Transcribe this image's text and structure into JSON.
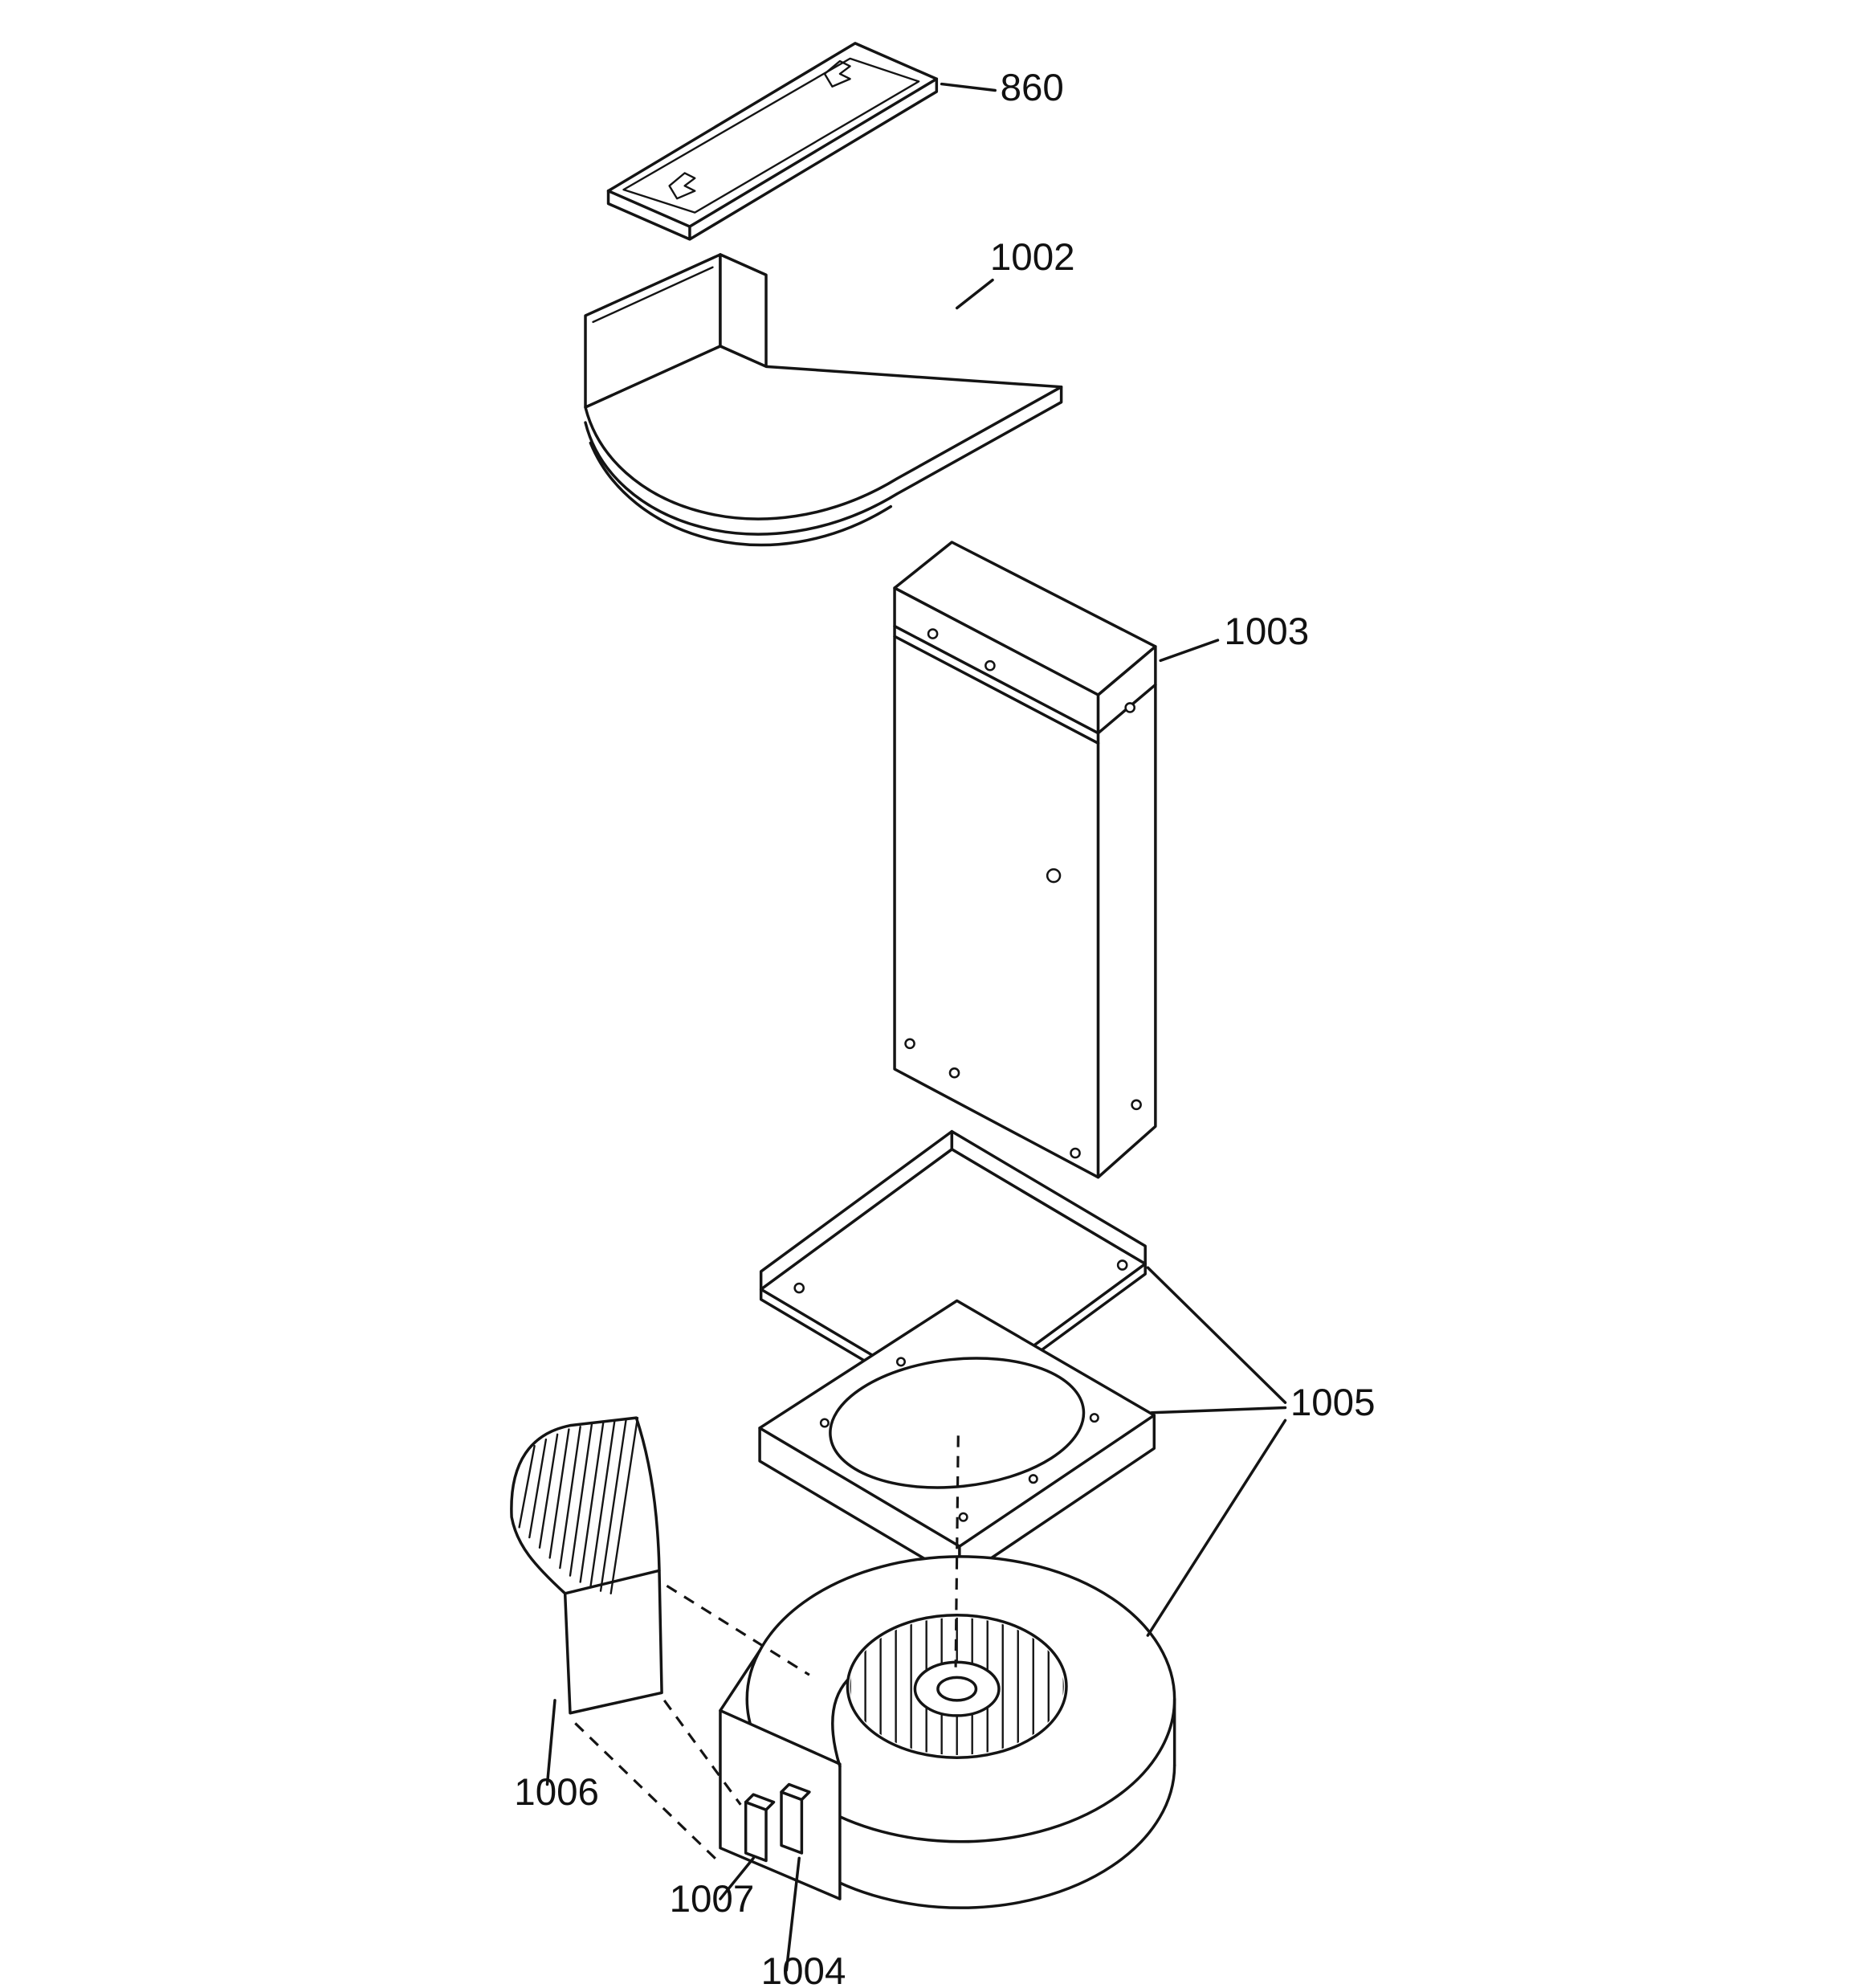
{
  "diagram": {
    "type": "exploded-parts-diagram",
    "background_color": "#ffffff",
    "line_color": "#141414",
    "labels": {
      "p860": "860",
      "p1002": "1002",
      "p1003": "1003",
      "p1004": "1004",
      "p1005": "1005",
      "p1006": "1006",
      "p1007": "1007"
    }
  }
}
